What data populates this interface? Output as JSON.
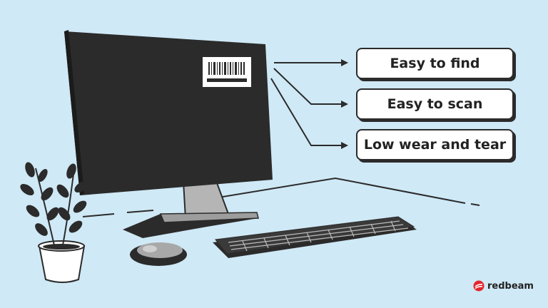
{
  "callouts": [
    {
      "label": "Easy to find"
    },
    {
      "label": "Easy to scan"
    },
    {
      "label": "Low wear and tear"
    }
  ],
  "brand": {
    "name": "redbeam"
  },
  "colors": {
    "background": "#cfe9f6",
    "dark": "#2b2b2b",
    "accent": "#e3262d"
  }
}
